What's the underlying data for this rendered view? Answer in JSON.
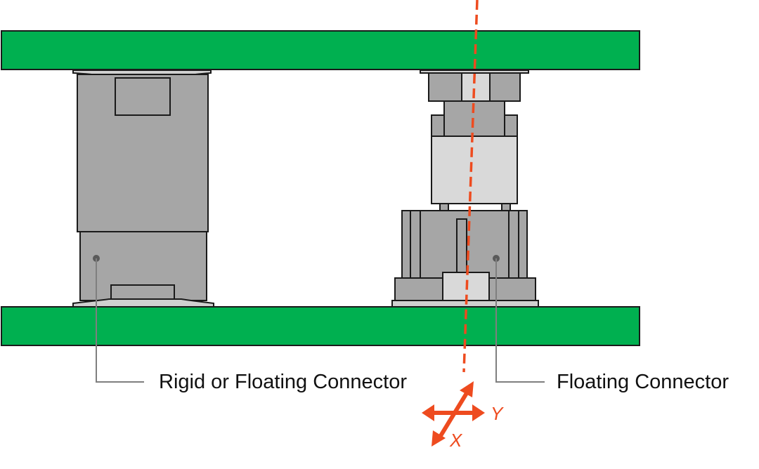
{
  "labels": {
    "left_connector": "Rigid or Floating Connector",
    "right_connector": "Floating Connector"
  },
  "axes": {
    "y": "Y",
    "x": "X"
  },
  "colors": {
    "pcb_green": "#00b050",
    "connector_dark": "#a6a6a6",
    "connector_light": "#d9d9d9",
    "outline": "#1a1a1a",
    "axis_red": "#ee4b1f",
    "callout_gray": "#7f7f7f"
  }
}
